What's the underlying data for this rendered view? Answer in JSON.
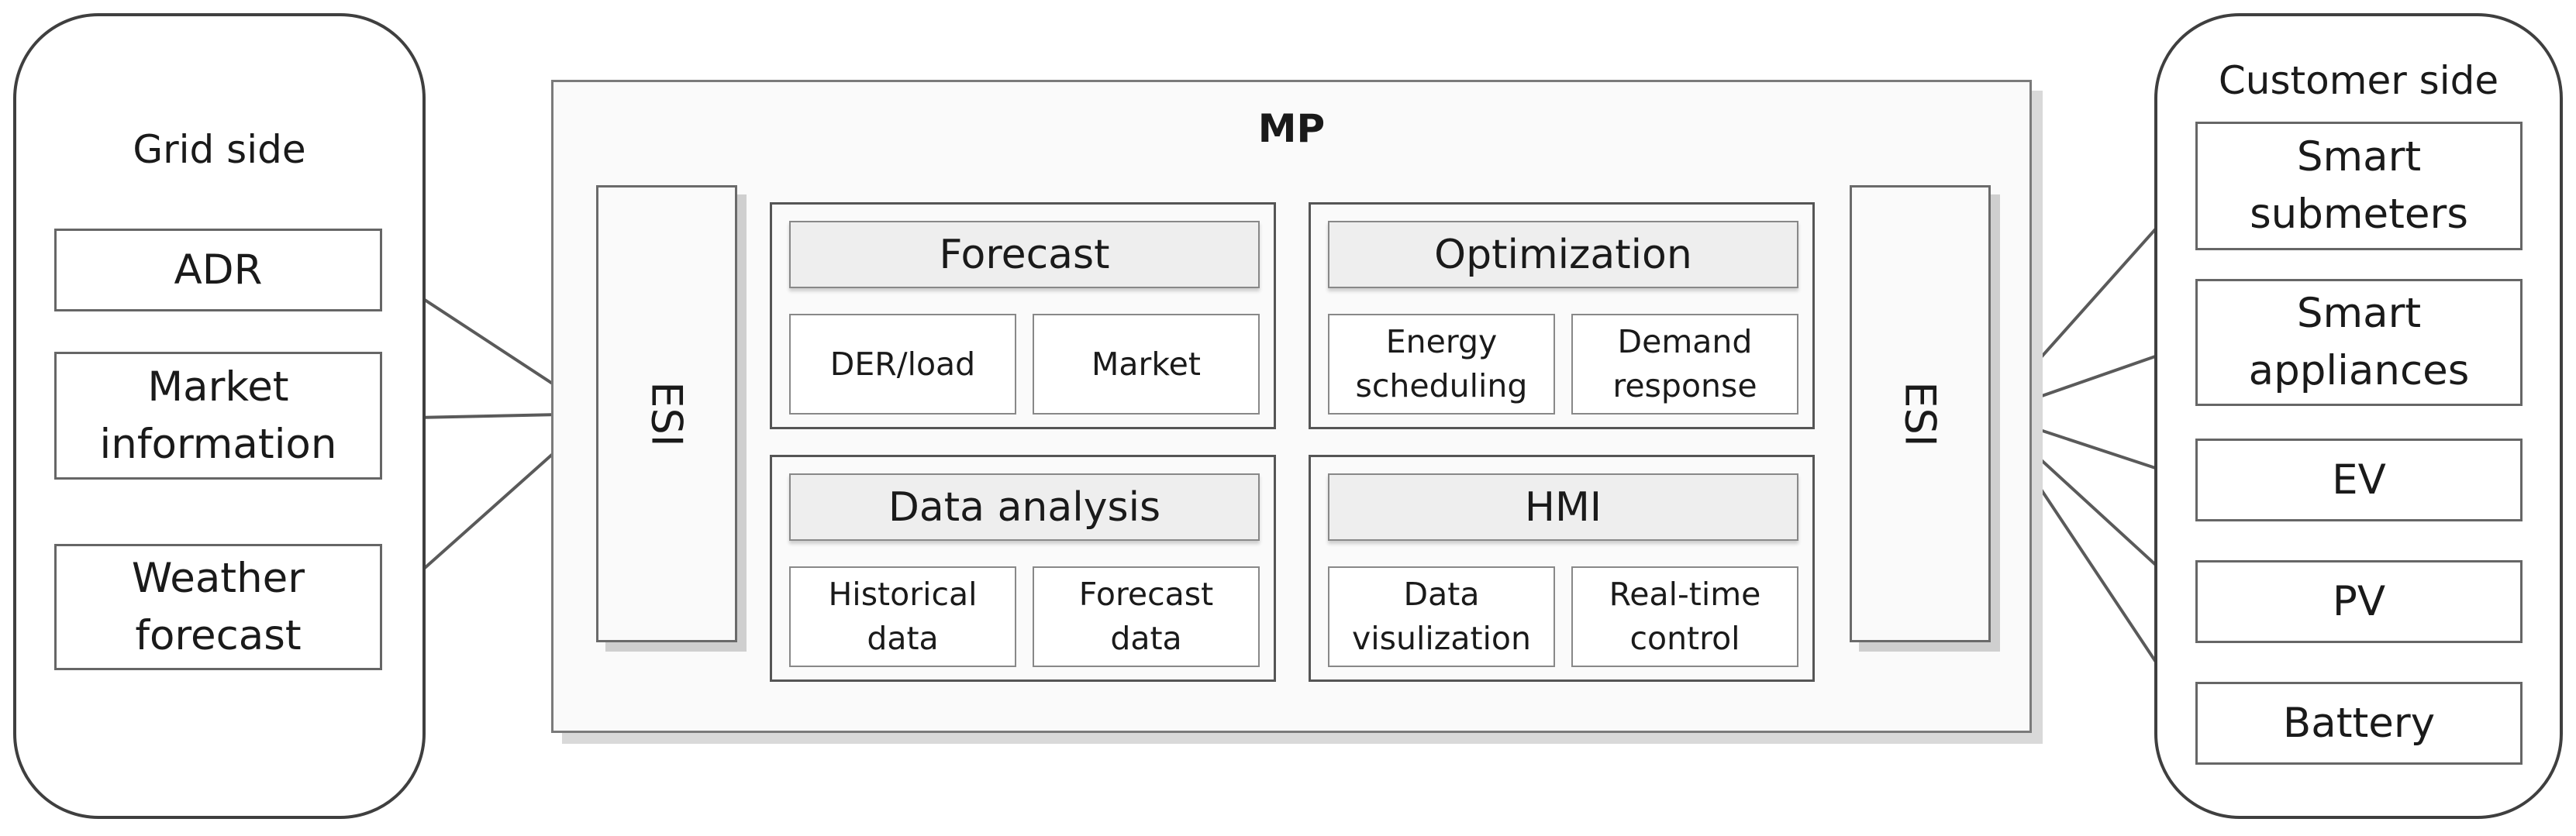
{
  "grid_side": {
    "title": "Grid side",
    "items": [
      {
        "line1": "ADR",
        "line2": ""
      },
      {
        "line1": "Market",
        "line2": "information"
      },
      {
        "line1": "Weather",
        "line2": "forecast"
      }
    ]
  },
  "mp": {
    "title": "MP",
    "esi_left": "ESI",
    "esi_right": "ESI",
    "modules": [
      {
        "title": "Forecast",
        "subs": [
          {
            "line1": "DER/load",
            "line2": ""
          },
          {
            "line1": "Market",
            "line2": ""
          }
        ]
      },
      {
        "title": "Optimization",
        "subs": [
          {
            "line1": "Energy",
            "line2": "scheduling"
          },
          {
            "line1": "Demand",
            "line2": "response"
          }
        ]
      },
      {
        "title": "Data analysis",
        "subs": [
          {
            "line1": "Historical",
            "line2": "data"
          },
          {
            "line1": "Forecast",
            "line2": "data"
          }
        ]
      },
      {
        "title": "HMI",
        "subs": [
          {
            "line1": "Data",
            "line2": "visulization"
          },
          {
            "line1": "Real-time",
            "line2": "control"
          }
        ]
      }
    ]
  },
  "customer_side": {
    "title": "Customer side",
    "items": [
      {
        "line1": "Smart",
        "line2": "submeters"
      },
      {
        "line1": "Smart",
        "line2": "appliances"
      },
      {
        "line1": "EV",
        "line2": ""
      },
      {
        "line1": "PV",
        "line2": ""
      },
      {
        "line1": "Battery",
        "line2": ""
      }
    ]
  }
}
